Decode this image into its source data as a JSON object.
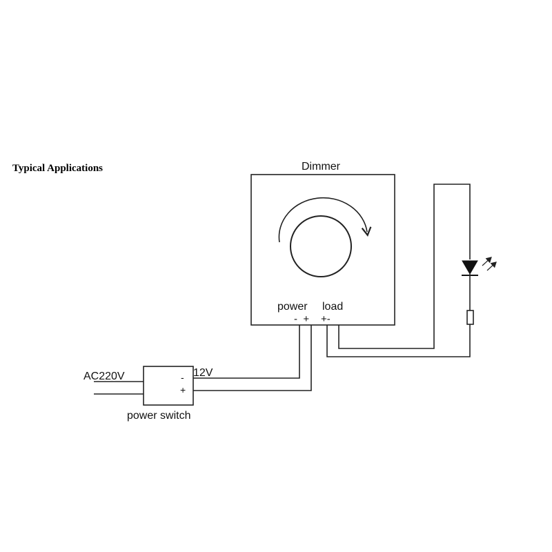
{
  "section_title": "Typical Applications",
  "dimmer": {
    "title": "Dimmer",
    "power_label": "power",
    "power_polarity": "-  +",
    "load_label": "load",
    "load_polarity": "+-"
  },
  "power_switch": {
    "label": "power switch",
    "input_label": "AC220V",
    "output_label": "12V",
    "minus_terminal": "-",
    "plus_terminal": "+"
  },
  "load": {
    "led_icon": "led-diode-icon",
    "resistor_icon": "resistor-icon"
  },
  "colors": {
    "line": "#222222",
    "background": "#ffffff"
  }
}
